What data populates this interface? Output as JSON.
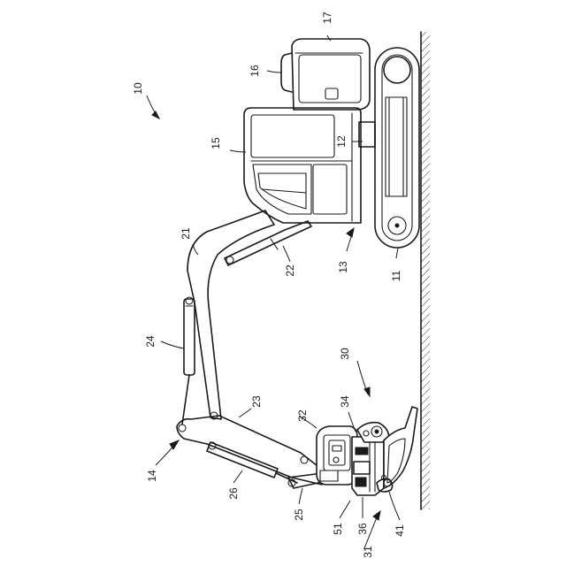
{
  "labels": {
    "l10": "10",
    "l11": "11",
    "l12": "12",
    "l13": "13",
    "l14": "14",
    "l15": "15",
    "l16": "16",
    "l17": "17",
    "l21": "21",
    "l22": "22",
    "l23": "23",
    "l24": "24",
    "l25": "25",
    "l26": "26",
    "l30": "30",
    "l31": "31",
    "l32": "32",
    "l34": "34",
    "l36": "36",
    "l41": "41",
    "l51": "51"
  }
}
